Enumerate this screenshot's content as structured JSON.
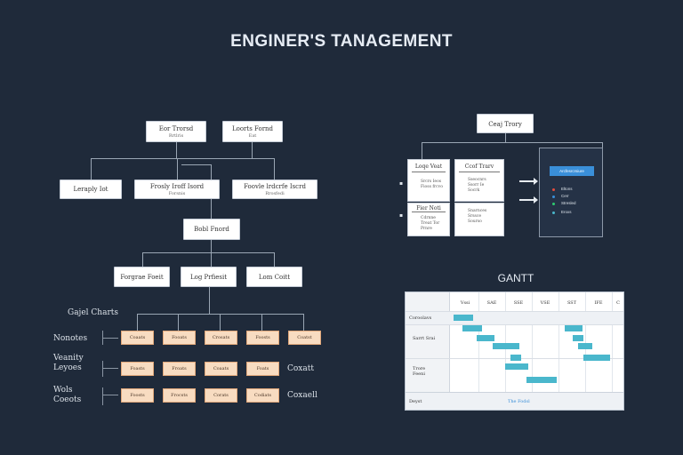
{
  "title": "ENGINER'S TANAGEMENT",
  "org": {
    "top": [
      {
        "t1": "Eor Trorsd",
        "t2": "Rrtlris"
      },
      {
        "t1": "Loorts Fornd",
        "t2": "Eat"
      }
    ],
    "mid": [
      {
        "t1": "Leraply Iot",
        "t2": ""
      },
      {
        "t1": "Frosly Iroff Isord",
        "t2": "Forsnis"
      },
      {
        "t1": "Foovle lrdcrfe Iscrd",
        "t2": "Rrosfedi"
      }
    ],
    "hub": {
      "t1": "Bobl Fnord",
      "t2": ""
    },
    "lower": [
      {
        "t1": "Forgrae Foeit",
        "t2": ""
      },
      {
        "t1": "Log Prfiesit",
        "t2": ""
      },
      {
        "t1": "Lom Coitt",
        "t2": ""
      }
    ]
  },
  "grid": {
    "heading": "Gajel Charts",
    "rows": [
      {
        "label": "Nonotes",
        "cells": [
          "Coaats",
          "Fooats",
          "Crosats",
          "Foosts",
          "Coatst"
        ],
        "trail": ""
      },
      {
        "label": "Veanity\nLeyoes",
        "cells": [
          "Foasts",
          "Froats",
          "Coaats",
          "Foats"
        ],
        "trail": "Coxatt"
      },
      {
        "label": "Wols\nCoeots",
        "cells": [
          "Foosts",
          "Frocsts",
          "Corats",
          "Codiats"
        ],
        "trail": "Coxaell"
      }
    ]
  },
  "flow": {
    "top": "Ceaj Trory",
    "cards": [
      {
        "hd": "Loqe Veat",
        "lines": [
          "Srcrs Ieos",
          "Fioss frcvo"
        ]
      },
      {
        "hd": "Ccof Trarv",
        "lines": [
          "Sseocnrs",
          "Ssorr Ie",
          "Socrk"
        ]
      },
      {
        "hd": "Fier Noti",
        "lines": [
          "Cdrnne",
          "Treat Tor",
          "Prnre"
        ]
      },
      {
        "hd": "",
        "lines": [
          "Snarnces",
          "Srssce",
          "Sourso"
        ]
      }
    ],
    "panel": {
      "button": "Arcfesrcrsiure",
      "items": [
        "Eltons",
        "Cerr",
        "Stresled",
        "Eroxs"
      ],
      "item_colors": [
        "#e74c3c",
        "#3a8fd9",
        "#2ecc71",
        "#4ab7cc"
      ]
    }
  },
  "gantt": {
    "title": "GANTT",
    "headers": [
      "Vssi",
      "SAE",
      "SSE",
      "VSE",
      "SST",
      "IFE",
      "C"
    ],
    "rows": [
      "Coroolavs",
      "Sarrt Srai",
      "",
      "Trore\nFeeni",
      ""
    ],
    "footer_left": "Deyst",
    "footer_mid": "The Fodsl",
    "bar_color": "#4ab7cc"
  }
}
